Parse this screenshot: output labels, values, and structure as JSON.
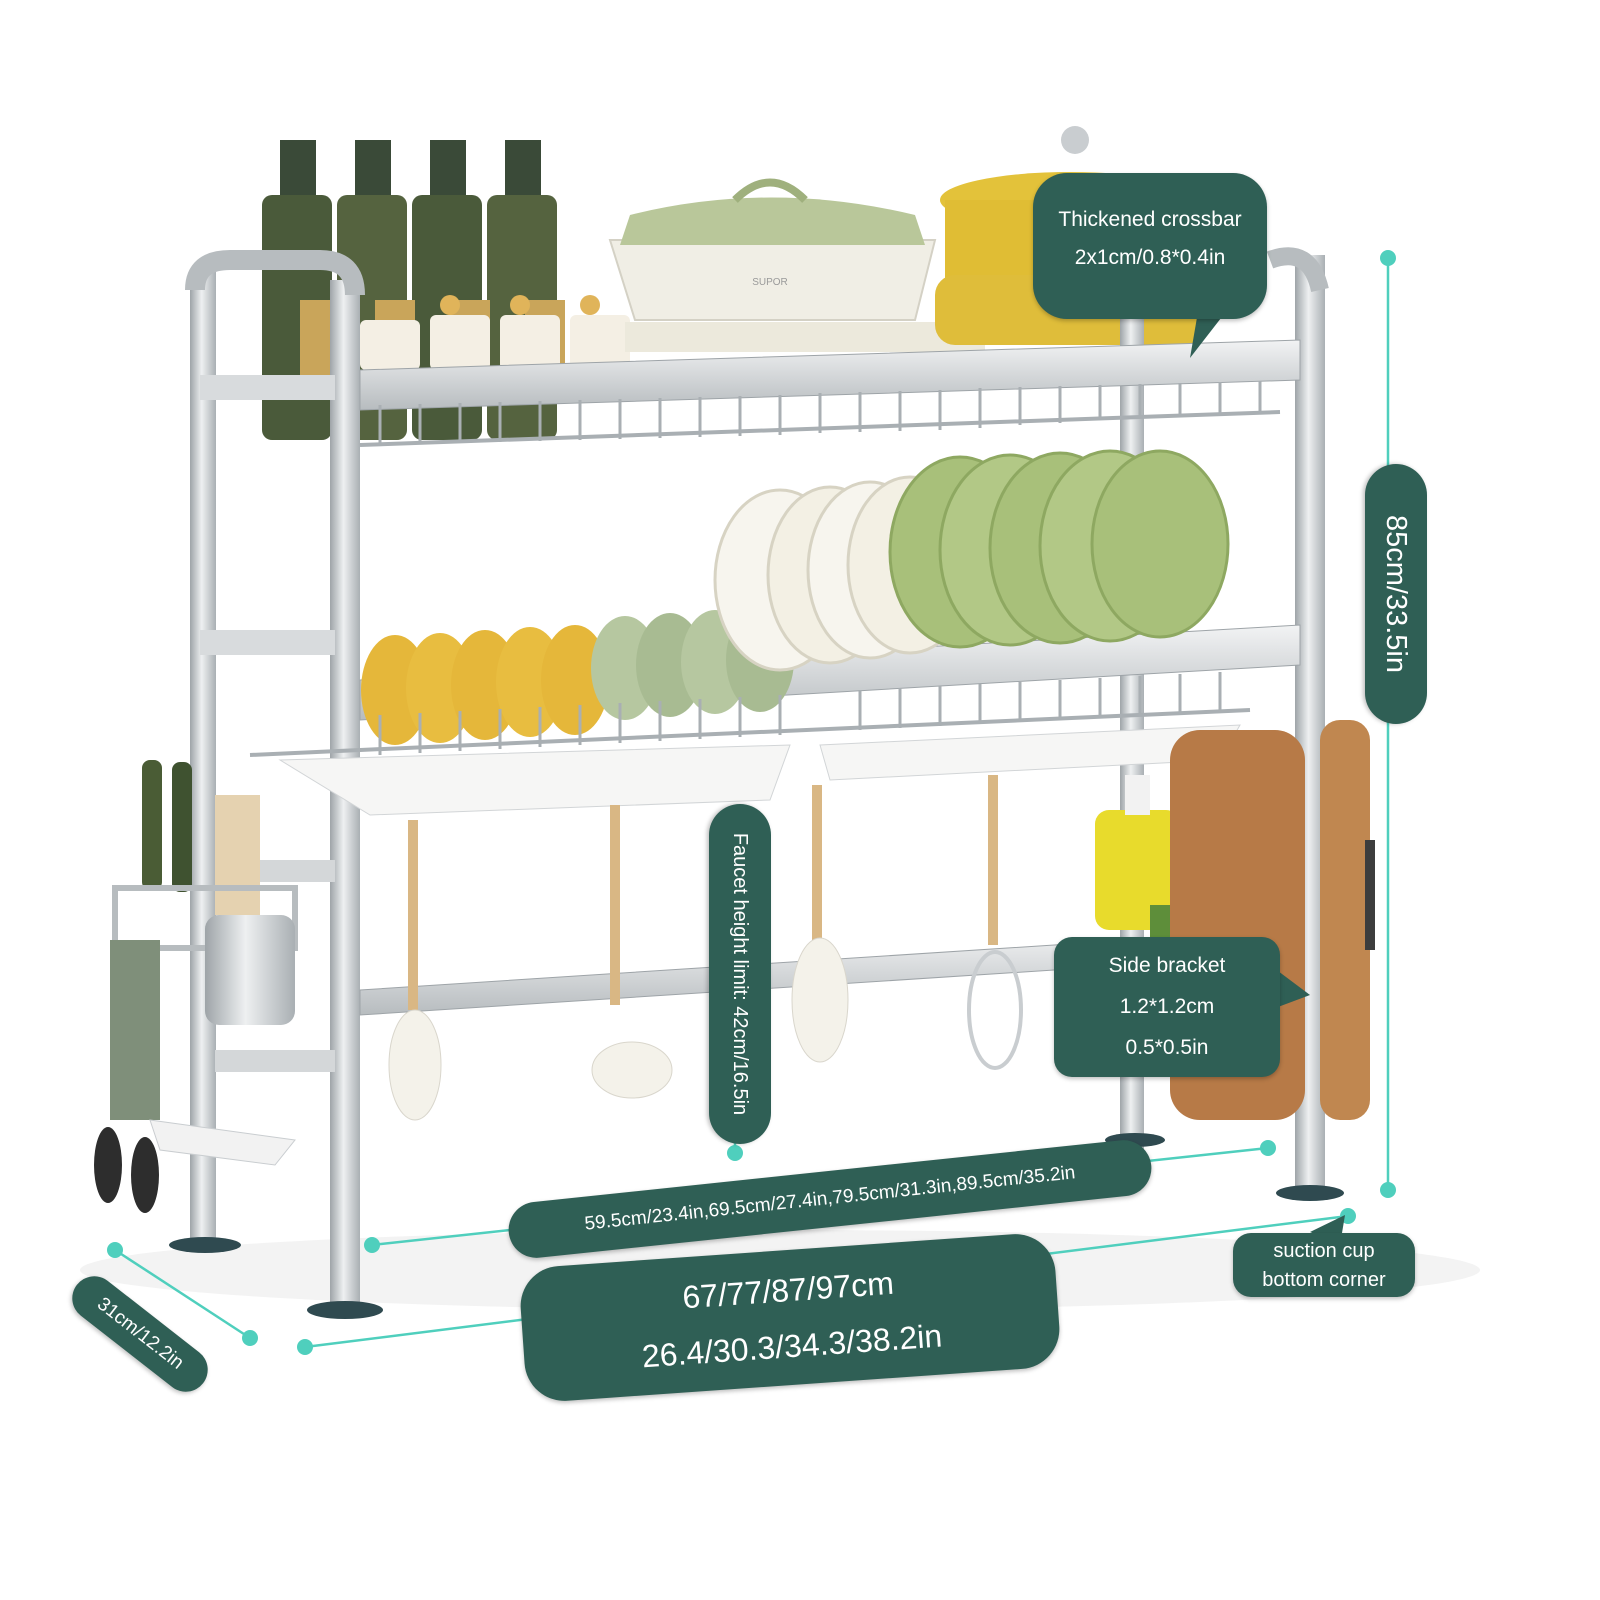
{
  "colors": {
    "label_bg": "#2f5f55",
    "dimension_line": "#4fcfbd",
    "steel": "#c9cdd0",
    "plate_green": "#a8c07a",
    "bowl_yellow": "#e5b73a",
    "pot_yellow": "#e3c23a"
  },
  "callouts": {
    "crossbar": {
      "line1": "Thickened crossbar",
      "line2": "2x1cm/0.8*0.4in"
    },
    "side_bracket": {
      "line1": "Side bracket",
      "line2": "1.2*1.2cm",
      "line3": "0.5*0.5in"
    },
    "suction_cup": {
      "line1": "suction cup",
      "line2": "bottom corner"
    }
  },
  "dimensions": {
    "height": "85cm/33.5in",
    "faucet": "Faucet height limit: 42cm/16.5in",
    "inner_width": "59.5cm/23.4in,69.5cm/27.4in,79.5cm/31.3in,89.5cm/35.2in",
    "outer_width_cm": "67/77/87/97cm",
    "outer_width_in": "26.4/30.3/34.3/38.2in",
    "depth": "31cm/12.2in"
  },
  "product_print": {
    "dish_brand": "SUPOR"
  }
}
